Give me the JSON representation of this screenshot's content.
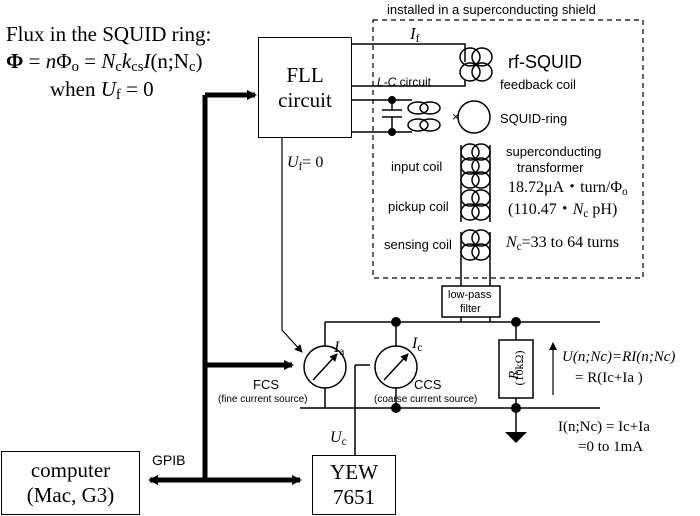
{
  "shield_label": "installed in a superconducting shield",
  "flux_equation": {
    "line1": "Flux in the SQUID ring:",
    "line2_phi": "Φ",
    "line2_eq1": " = ",
    "line2_n": "n",
    "line2_phi0": "Φ",
    "line2_sub0": "o",
    "line2_eq2": " = ",
    "line2_N": "N",
    "line2_c": "c",
    "line2_k": "k",
    "line2_cs": "cs",
    "line2_I": "I",
    "line2_args": "(n;N",
    "line2_c2": "c",
    "line2_close": ")",
    "line3_when": "when ",
    "line3_U": "U",
    "line3_f": "f",
    "line3_eq": " = 0"
  },
  "fll": {
    "line1": "FLL",
    "line2": "circuit"
  },
  "If_label": {
    "sym": "I",
    "sub": "f"
  },
  "rf_squid": "rf-SQUID",
  "feedback_coil": "feedback coil",
  "lc_circuit": {
    "sym": "L-C",
    "text": " circuit"
  },
  "squid_ring": "SQUID-ring",
  "input_coil": "input coil",
  "sc_transformer": {
    "line1": "superconducting",
    "line2": "transformer"
  },
  "pickup_coil": "pickup coil",
  "coupling": {
    "line1": "18.72μA・turn/Φ",
    "line1_sub": "o",
    "line2a": "(110.47・",
    "line2_N": "N",
    "line2_c": "c",
    "line2b": " pH)"
  },
  "sensing_coil": "sensing coil",
  "turns": {
    "N": "N",
    "c": "c",
    "text": "=33 to 64 turns"
  },
  "Uf_label": {
    "sym": "U",
    "sub": "f",
    "text": "= 0"
  },
  "lowpass": {
    "line1": "low-pass",
    "line2": "filter"
  },
  "Ia_label": {
    "sym": "I",
    "sub": "a"
  },
  "Ic_label": {
    "sym": "I",
    "sub": "c"
  },
  "fcs": {
    "name": "FCS",
    "desc": "(fine current source)"
  },
  "ccs": {
    "name": "CCS",
    "desc": "(coarse current source)"
  },
  "resistor": {
    "sym": "R",
    "val": "(10kΩ)"
  },
  "U_eq": {
    "line1": "U(n;Nc)=RI(n;Nc)",
    "line2": "= R(Ic+Ia )"
  },
  "I_eq": {
    "line1": "I(n;Nc) = Ic+Ia",
    "line2": "=0 to 1mA"
  },
  "Uc_label": {
    "sym": "U",
    "sub": "c"
  },
  "gpib": "GPIB",
  "computer": {
    "line1": "computer",
    "line2": "(Mac, G3)"
  },
  "yew": {
    "line1": "YEW",
    "line2": "7651"
  }
}
